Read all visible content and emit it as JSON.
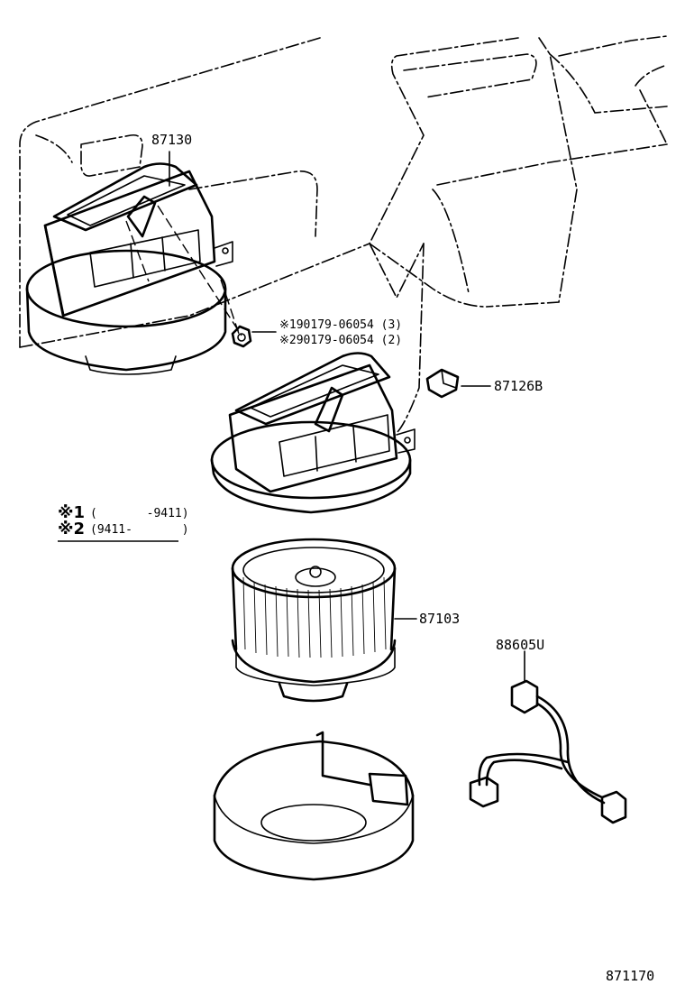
{
  "labels": {
    "part_87130": "87130",
    "screw_1": "※190179-06054 (3)",
    "screw_2": "※290179-06054 (2)",
    "part_87126b": "87126B",
    "part_87103": "87103",
    "part_88605u": "88605U",
    "figure_number": "871170"
  },
  "legend": {
    "row1_mark": "※1",
    "row1_range": "(       -9411)",
    "row2_mark": "※2",
    "row2_range": "(9411-       )"
  }
}
